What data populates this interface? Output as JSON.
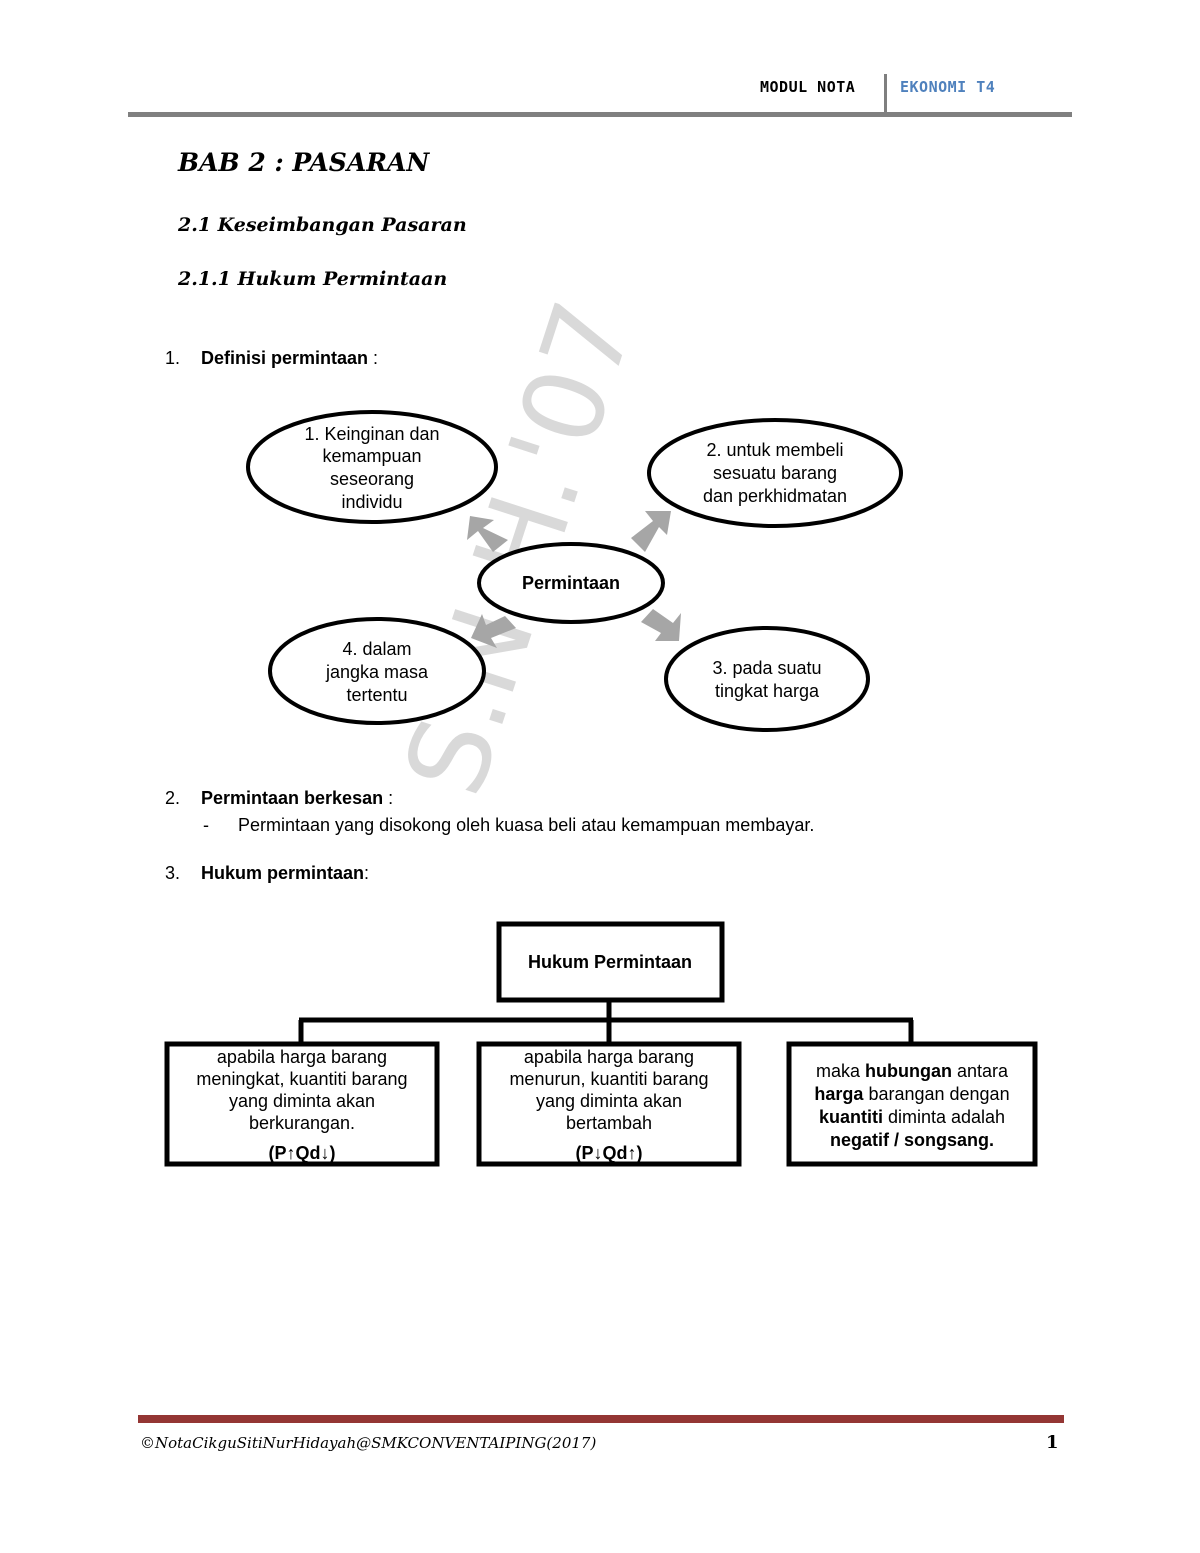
{
  "header": {
    "module": "MODUL NOTA",
    "subject": "EKONOMI T4"
  },
  "titles": {
    "chapter": "BAB 2 : PASARAN",
    "section": "2.1 Keseimbangan Pasaran",
    "subsection": "2.1.1 Hukum Permintaan"
  },
  "points": [
    {
      "num": "1.",
      "label": "Definisi permintaan",
      "suffix": " :"
    },
    {
      "num": "2.",
      "label": "Permintaan berkesan",
      "suffix": " :",
      "detail_marker": "-",
      "detail": "Permintaan yang disokong oleh kuasa beli atau kemampuan membayar."
    },
    {
      "num": "3.",
      "label": "Hukum permintaan",
      "suffix": ":"
    }
  ],
  "definition_diagram": {
    "center": "Permintaan",
    "nodes": [
      {
        "lines": [
          "1. Keinginan dan",
          "kemampuan",
          "seseorang",
          "individu"
        ]
      },
      {
        "lines": [
          "2. untuk membeli",
          "sesuatu barang",
          "dan perkhidmatan"
        ]
      },
      {
        "lines": [
          "3. pada suatu",
          "tingkat harga"
        ]
      },
      {
        "lines": [
          "4. dalam",
          "jangka masa",
          "tertentu"
        ]
      }
    ]
  },
  "law_diagram": {
    "root": "Hukum Permintaan",
    "boxes": [
      {
        "lines": [
          "apabila harga barang",
          "meningkat, kuantiti barang",
          "yang diminta akan",
          "berkurangan."
        ],
        "formula": "(P↑Qd↓)"
      },
      {
        "lines": [
          "apabila harga barang",
          "menurun, kuantiti barang",
          "yang diminta akan",
          "bertambah"
        ],
        "formula": "(P↓Qd↑)"
      },
      {
        "line1_a": "maka ",
        "line1_b": "hubungan",
        "line1_c": " antara",
        "line2_a": "harga",
        "line2_b": " barangan dengan",
        "line3_a": "kuantiti",
        "line3_b": " diminta adalah",
        "line4": "negatif / songsang."
      }
    ]
  },
  "watermark": "S.N.H.'07",
  "footer": {
    "copyright": "©NotaCikguSitiNurHidayah@SMKCONVENTAIPING(2017)",
    "page": "1"
  },
  "colors": {
    "header_rule": "#808080",
    "subject_text": "#4f81bd",
    "footer_rule": "#943634",
    "arrow_fill": "#a6a6a6",
    "watermark": "#d9d9d9"
  }
}
